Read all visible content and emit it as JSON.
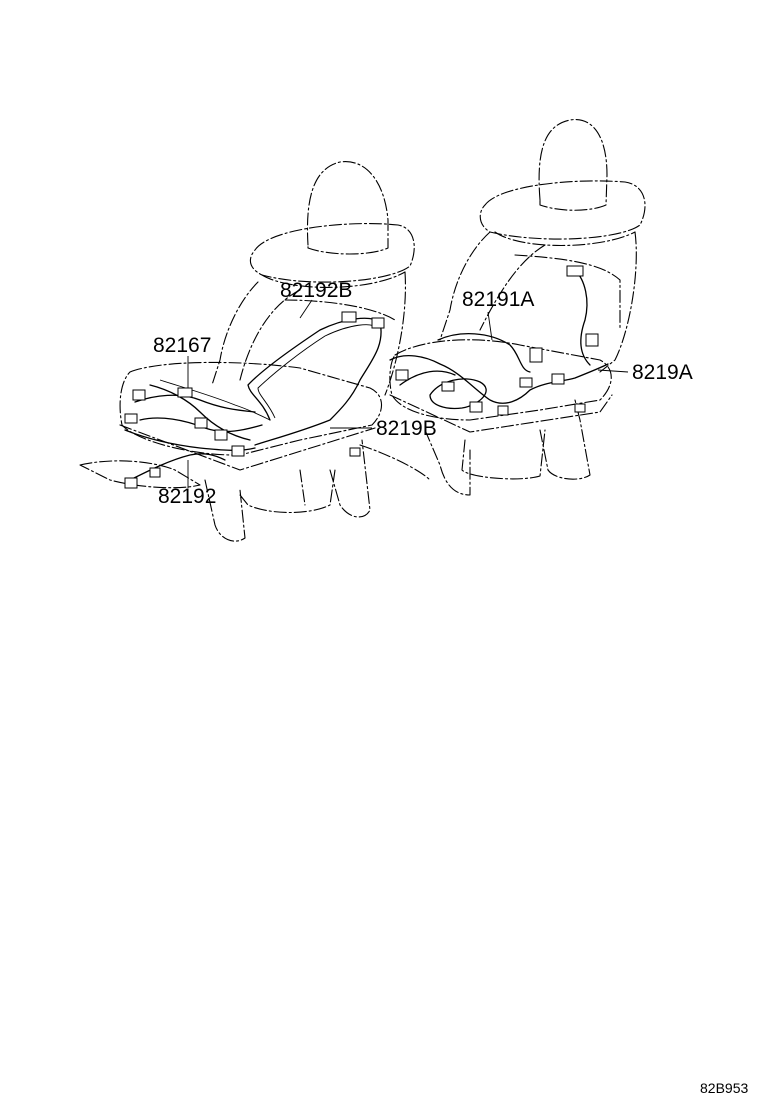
{
  "callouts": {
    "c82192B": "82192B",
    "c82191A": "82191A",
    "c82167": "82167",
    "c8219A": "8219A",
    "c8219B": "8219B",
    "c82192": "82192"
  },
  "figure_code": "82B953"
}
